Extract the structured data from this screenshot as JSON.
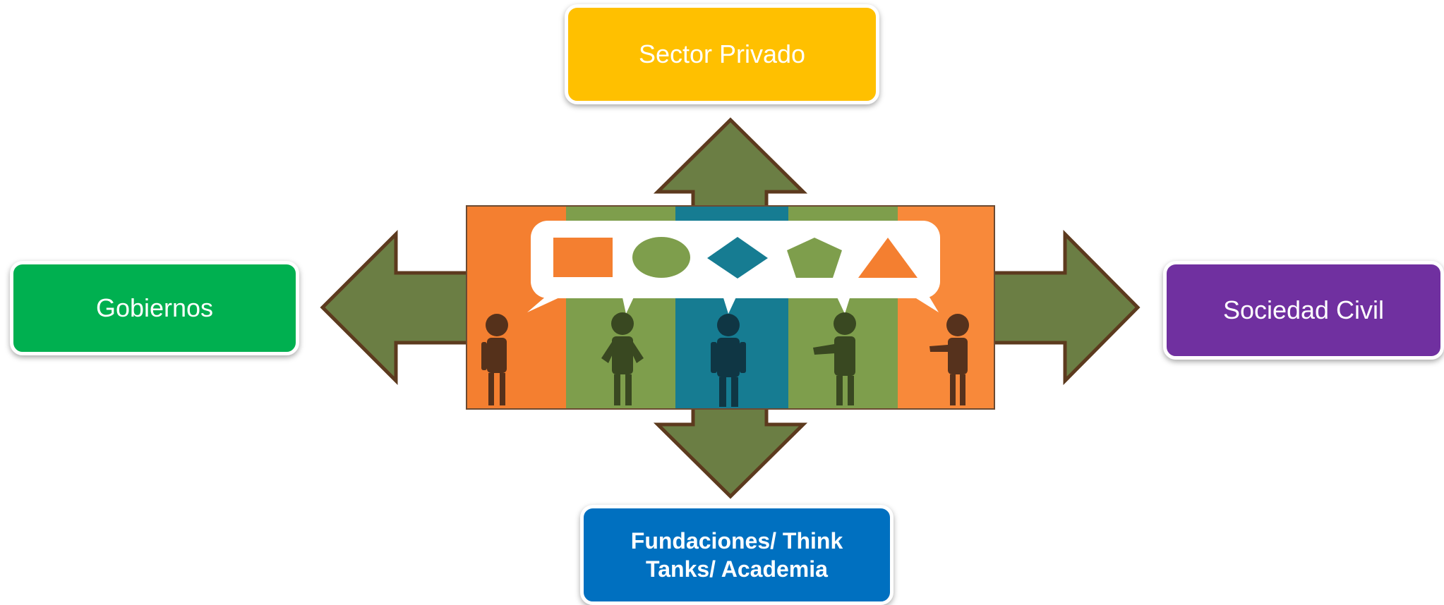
{
  "nodes": {
    "top": {
      "label": "Sector Privado",
      "color": "#FFC000"
    },
    "left": {
      "label": "Gobiernos",
      "color": "#00B050"
    },
    "right": {
      "label": "Sociedad Civil",
      "color": "#7030A0"
    },
    "bottom": {
      "line1": "Fundaciones/ Think",
      "line2": "Tanks/ Academia",
      "color": "#0070C0"
    }
  },
  "arrow_colors": {
    "fill": "#6B7E44",
    "outline": "#5C3A1E"
  },
  "scene": {
    "stripe_colors": [
      "#F47F30",
      "#7E9E4C",
      "#167C92",
      "#7E9E4C",
      "#F8893A"
    ],
    "bubble_shapes": [
      "square",
      "ellipse",
      "diamond",
      "pentagon",
      "triangle"
    ]
  }
}
